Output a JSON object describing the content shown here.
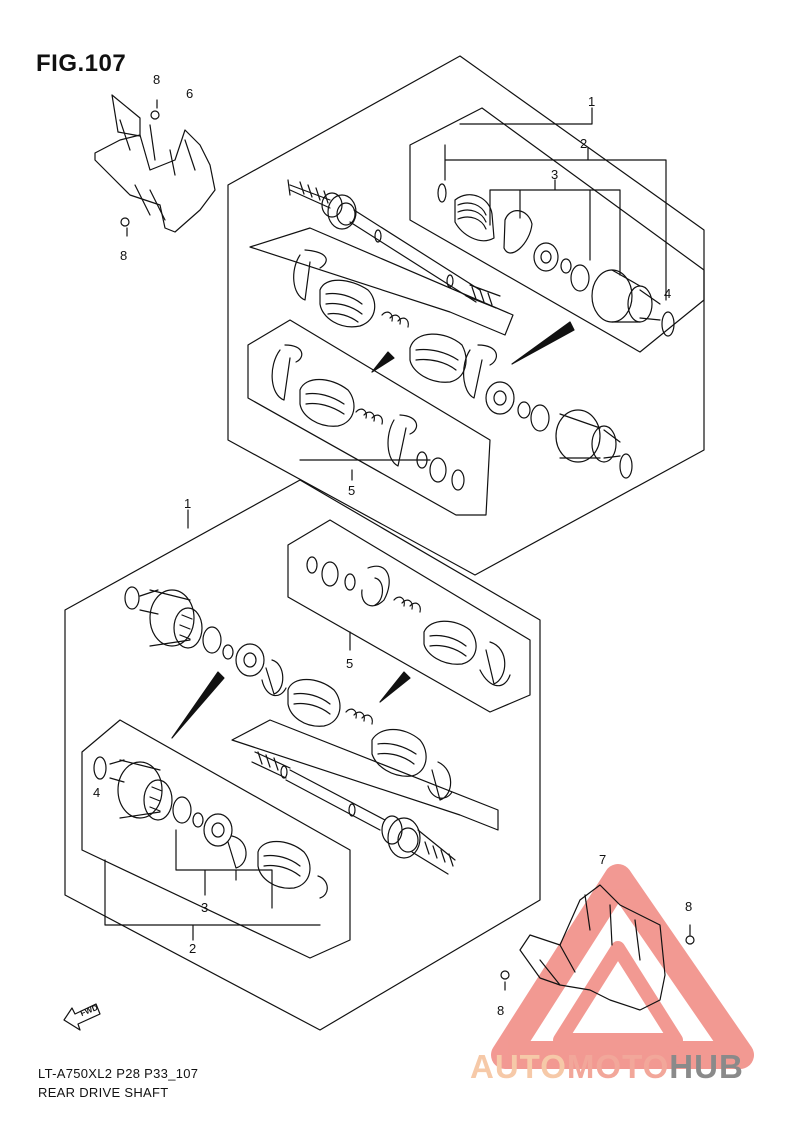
{
  "figure": {
    "title": "FIG.107",
    "code": "LT-A750XL2 P28 P33_107",
    "name": "REAR DRIVE SHAFT",
    "fwd_label": "FWD"
  },
  "callouts": {
    "top_assembly": "1",
    "top_joint_set": "2",
    "top_clamp": "3",
    "top_circlip": "4",
    "top_boot_set": "5",
    "bracket_left": "6",
    "bolt_left_a": "8",
    "bolt_left_b": "8",
    "bottom_assembly": "1",
    "bottom_boot_set": "5",
    "bottom_circlip": "4",
    "bottom_clamp": "3",
    "bottom_joint_set": "2",
    "bracket_right": "7",
    "bolt_right_a": "8",
    "bolt_right_b": "8"
  },
  "watermark": {
    "part_a": "AUTO",
    "part_b": "MOTO",
    "part_c": "HUB",
    "color_a": "#f6c9a8",
    "color_b": "#f2a79a",
    "color_c": "#8a8a8a",
    "logo_color": "#e8463a"
  }
}
